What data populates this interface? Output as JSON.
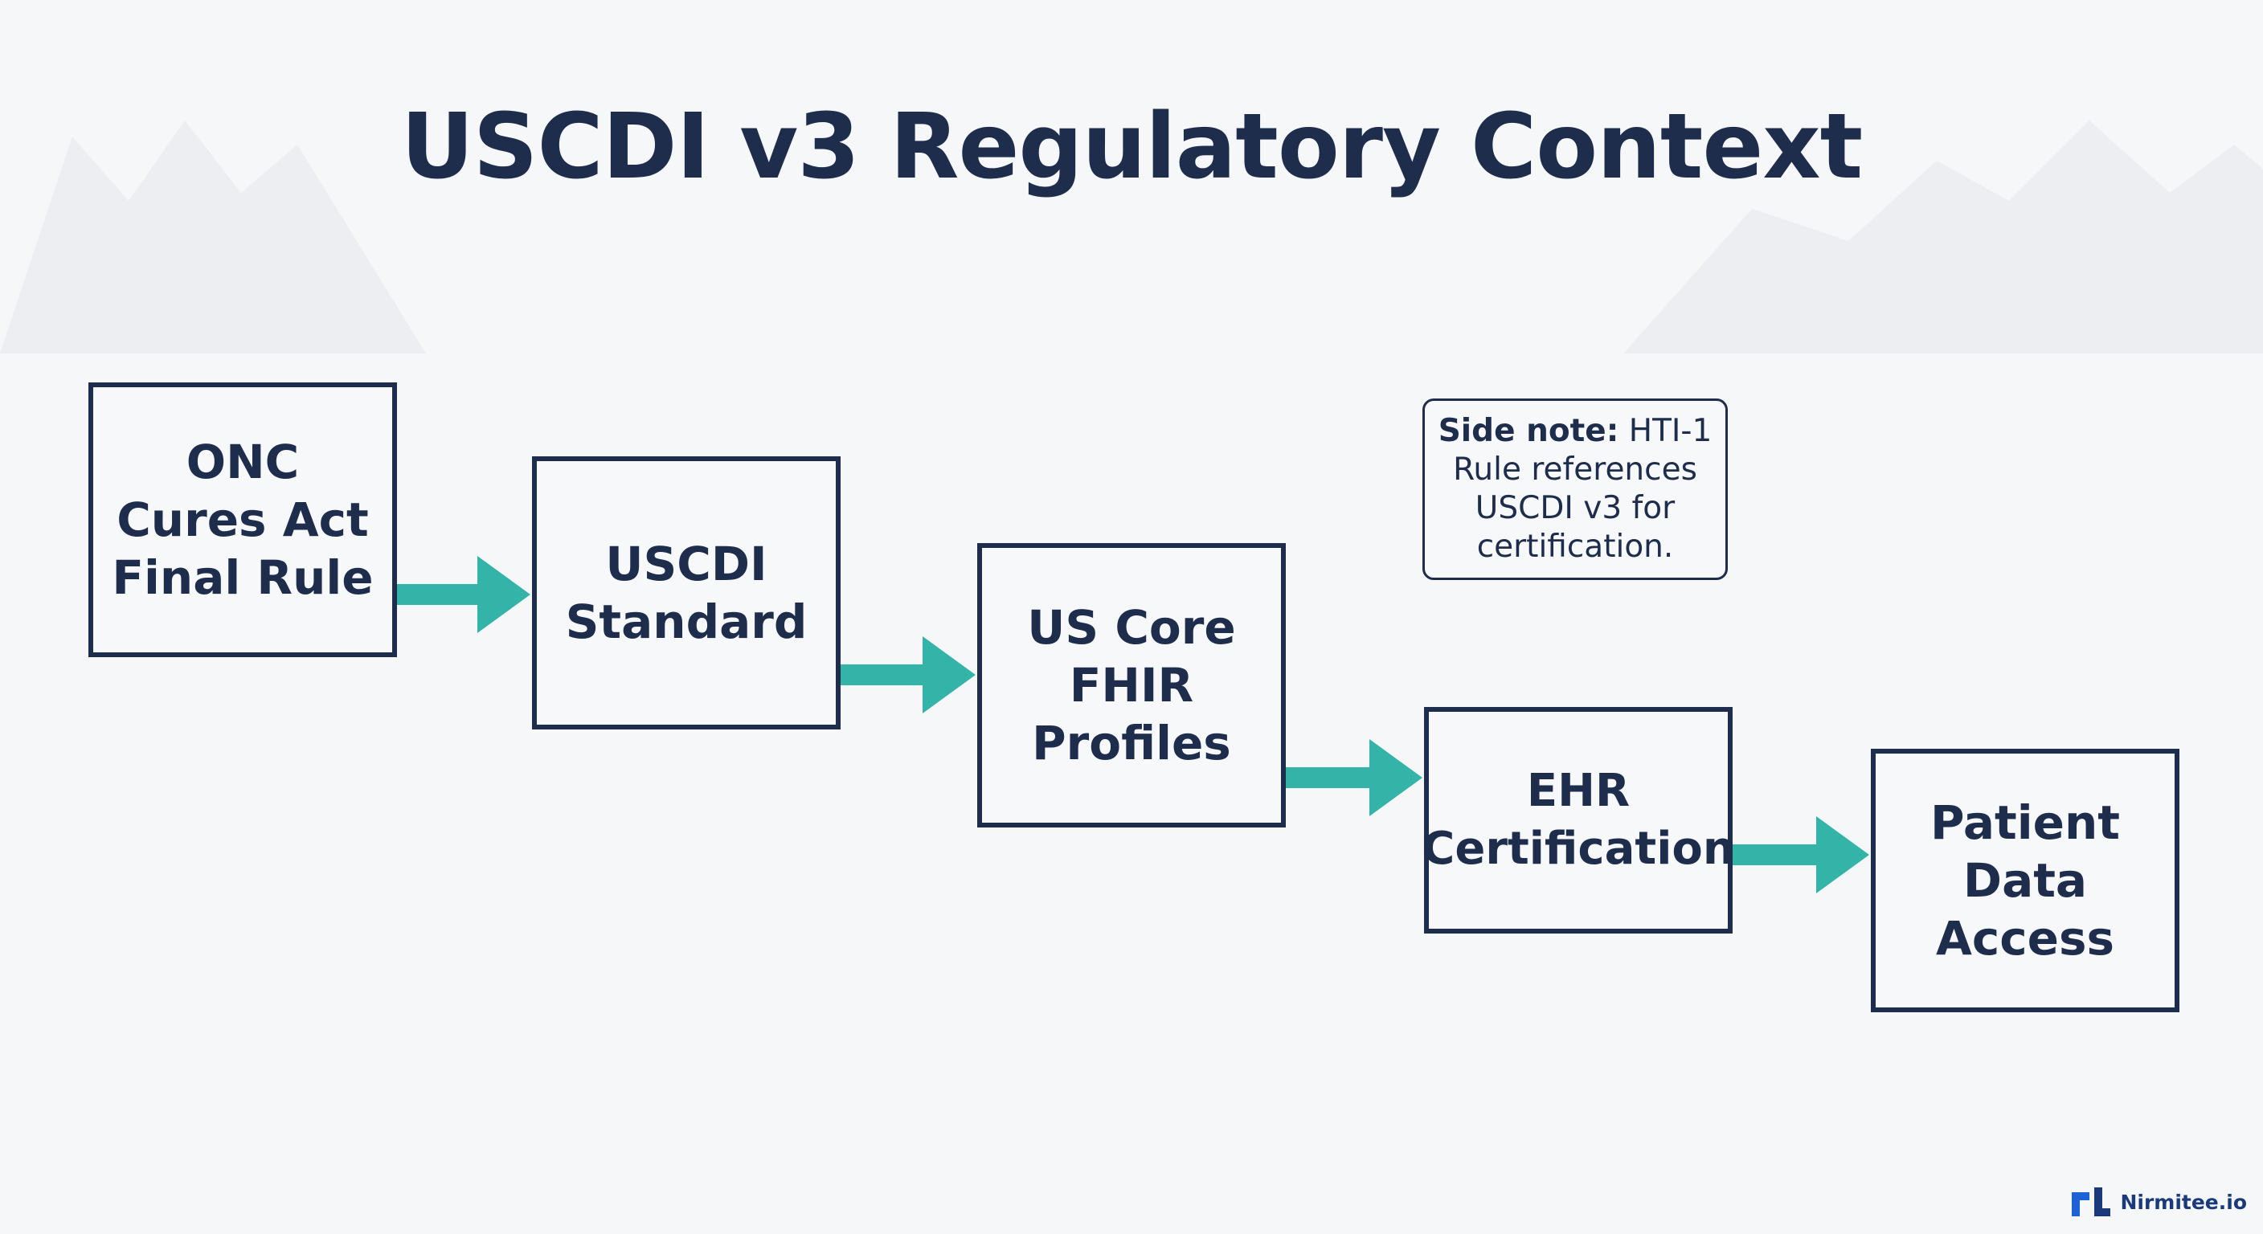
{
  "title": "USCDI v3 Regulatory Context",
  "boxes": [
    {
      "label": "ONC\nCures Act\nFinal Rule"
    },
    {
      "label": "USCDI\nStandard"
    },
    {
      "label": "US Core\nFHIR\nProfiles"
    },
    {
      "label": "EHR\nCertification"
    },
    {
      "label": "Patient\nData\nAccess"
    }
  ],
  "note": {
    "bold": "Side note:",
    "text": " HTI-1 Rule references USCDI v3 for certification."
  },
  "brand": {
    "name": "Nirmitee.io"
  },
  "colors": {
    "arrow": "#34b3a8",
    "box_border": "#1f2d4d",
    "title": "#1f2d4d"
  }
}
